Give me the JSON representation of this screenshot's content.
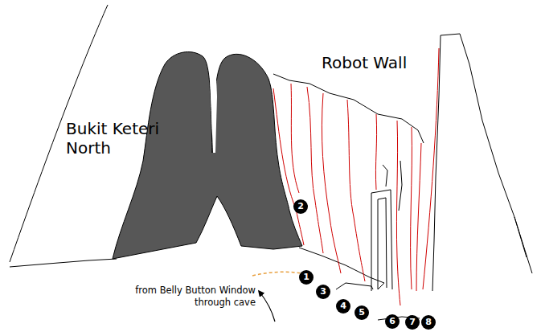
{
  "diagram": {
    "labels": [
      "Bukit Keteri North",
      "Robot Wall",
      "from Belly Button Window through cave",
      "1",
      "2",
      "3",
      "4",
      "5",
      "6",
      "7",
      "8"
    ]
  }
}
